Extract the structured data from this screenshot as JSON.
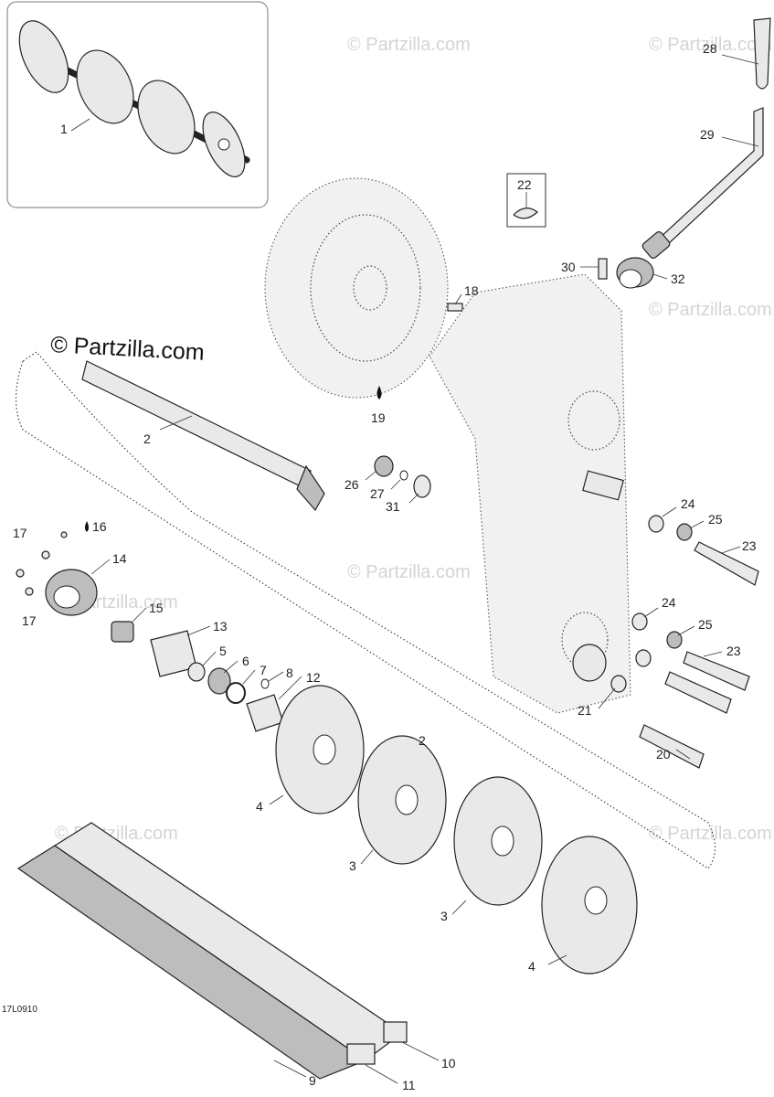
{
  "brand": {
    "text": "© Partzilla.com"
  },
  "watermarks": [
    "© Partzilla.com",
    "© Partzilla.com",
    "© Partzilla.com",
    "© Partzilla.com",
    "© Partzilla.com",
    "© Partzilla.com",
    "© Partzilla.com"
  ],
  "diagram_code": "17L0910",
  "callouts": {
    "c1": "1",
    "c2a": "2",
    "c2b": "2",
    "c3a": "3",
    "c3b": "3",
    "c4a": "4",
    "c4b": "4",
    "c5": "5",
    "c6": "6",
    "c7": "7",
    "c8": "8",
    "c9": "9",
    "c10": "10",
    "c11": "11",
    "c12": "12",
    "c13": "13",
    "c14": "14",
    "c15": "15",
    "c16": "16",
    "c17a": "17",
    "c17b": "17",
    "c18": "18",
    "c19": "19",
    "c20": "20",
    "c21": "21",
    "c22": "22",
    "c23a": "23",
    "c23b": "23",
    "c24a": "24",
    "c24b": "24",
    "c25a": "25",
    "c25b": "25",
    "c26": "26",
    "c27": "27",
    "c28": "28",
    "c29": "29",
    "c30": "30",
    "c31": "31",
    "c32": "32"
  }
}
